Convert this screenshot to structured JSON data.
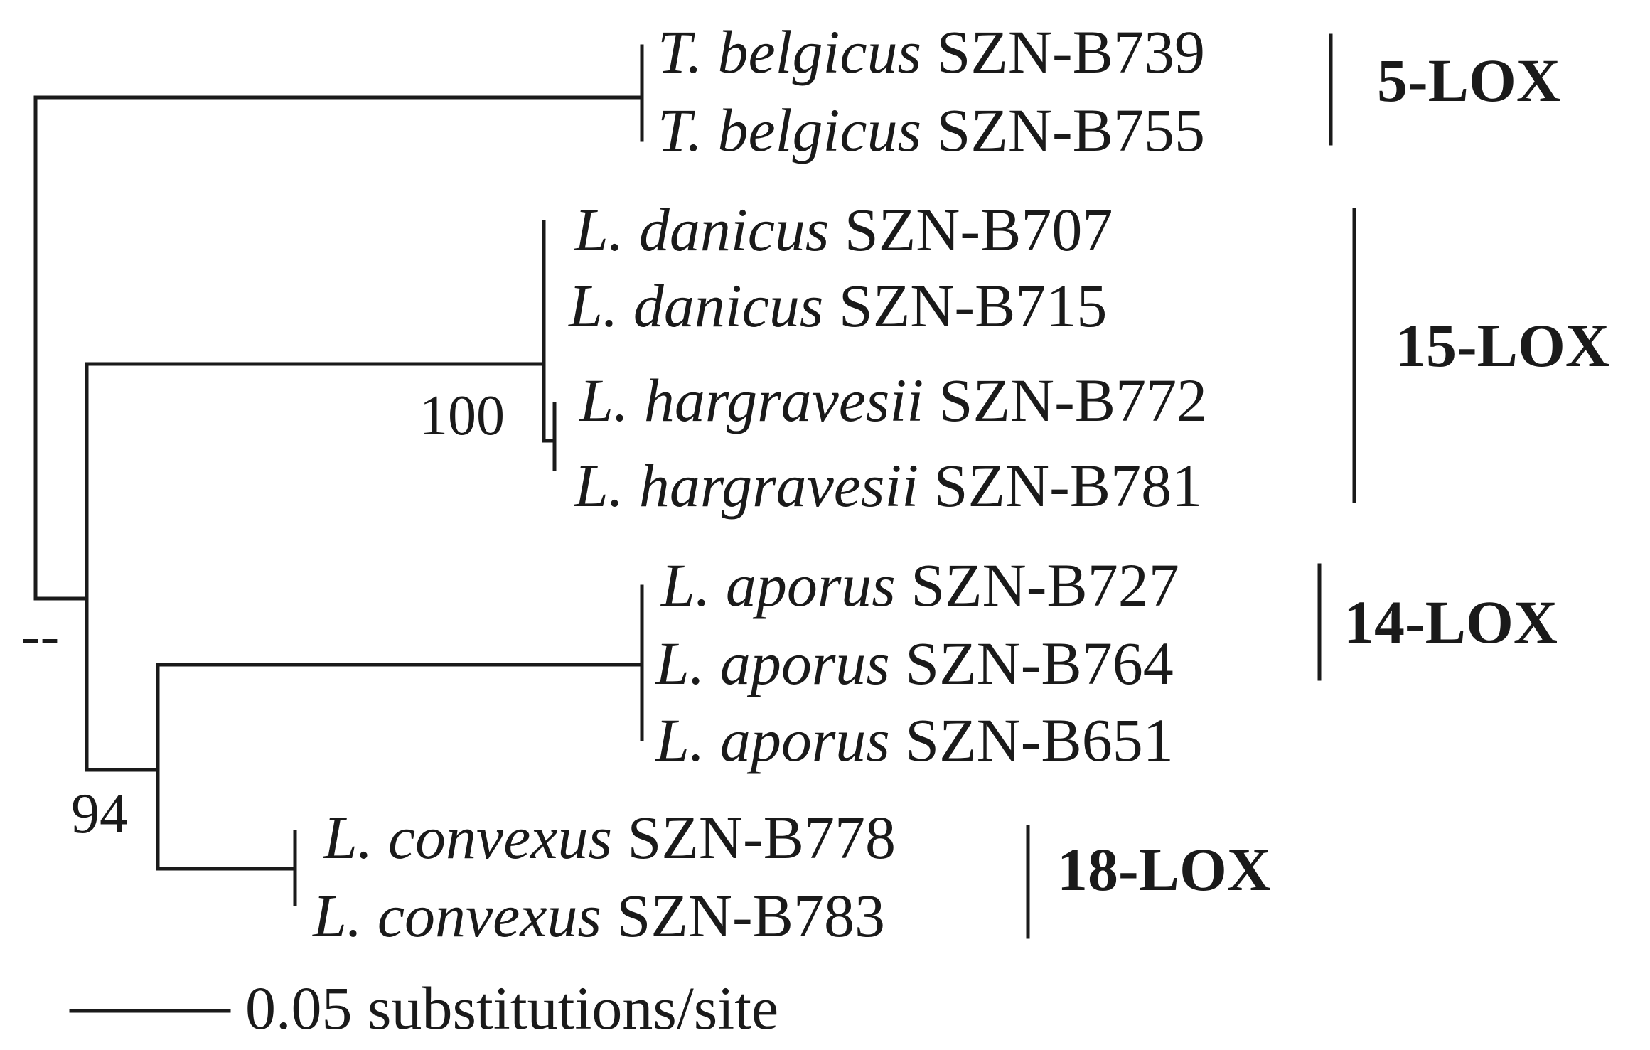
{
  "taxa": [
    {
      "genus": "T. belgicus",
      "strain": "SZN-B739"
    },
    {
      "genus": "T. belgicus",
      "strain": "SZN-B755"
    },
    {
      "genus": "L. danicus",
      "strain": "SZN-B707"
    },
    {
      "genus": "L. danicus",
      "strain": "SZN-B715"
    },
    {
      "genus": "L. hargravesii",
      "strain": "SZN-B772"
    },
    {
      "genus": "L. hargravesii",
      "strain": "SZN-B781"
    },
    {
      "genus": "L. aporus",
      "strain": "SZN-B727"
    },
    {
      "genus": "L. aporus",
      "strain": "SZN-B764"
    },
    {
      "genus": "L. aporus",
      "strain": "SZN-B651"
    },
    {
      "genus": "L. convexus",
      "strain": "SZN-B778"
    },
    {
      "genus": "L. convexus",
      "strain": "SZN-B783"
    }
  ],
  "groups": [
    "5-LOX",
    "15-LOX",
    "14-LOX",
    "18-LOX"
  ],
  "support_values": {
    "root": "--",
    "aporus_convexus": "94",
    "danicus_hargravesii": "100"
  },
  "scale_bar": {
    "label": "0.05 substitutions/site"
  },
  "colors": {
    "line": "#1a1a1a",
    "background": "#ffffff"
  }
}
